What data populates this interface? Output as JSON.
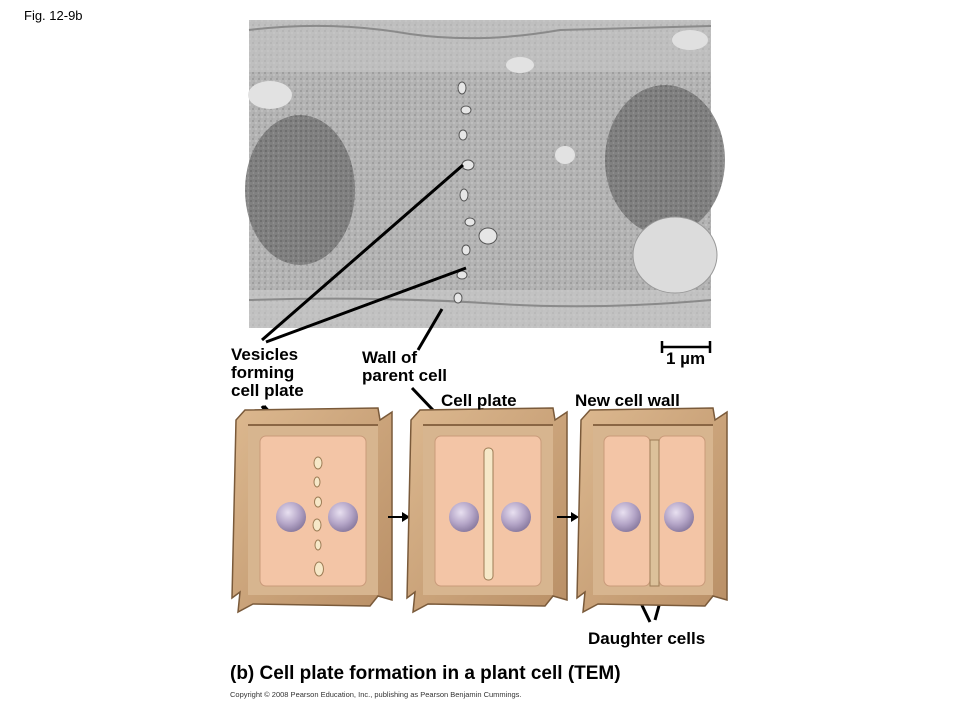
{
  "figure_label": "Fig. 12-9b",
  "labels": {
    "vesicles": "Vesicles\nforming\ncell plate",
    "wall_parent": "Wall of\nparent cell",
    "scale_bar": "1 µm",
    "cell_plate": "Cell plate",
    "new_cell_wall": "New cell wall",
    "daughter_cells": "Daughter cells"
  },
  "caption": "(b) Cell plate formation in a plant cell (TEM)",
  "copyright": "Copyright © 2008 Pearson Education, Inc., publishing as Pearson Benjamin Cummings.",
  "colors": {
    "cell_wall": "#c9a27a",
    "cell_wall_dark": "#a47e58",
    "cytoplasm": "#f2c3a6",
    "nucleus": "#b8a9c9",
    "micrograph_bg": "#b8b8b8"
  }
}
